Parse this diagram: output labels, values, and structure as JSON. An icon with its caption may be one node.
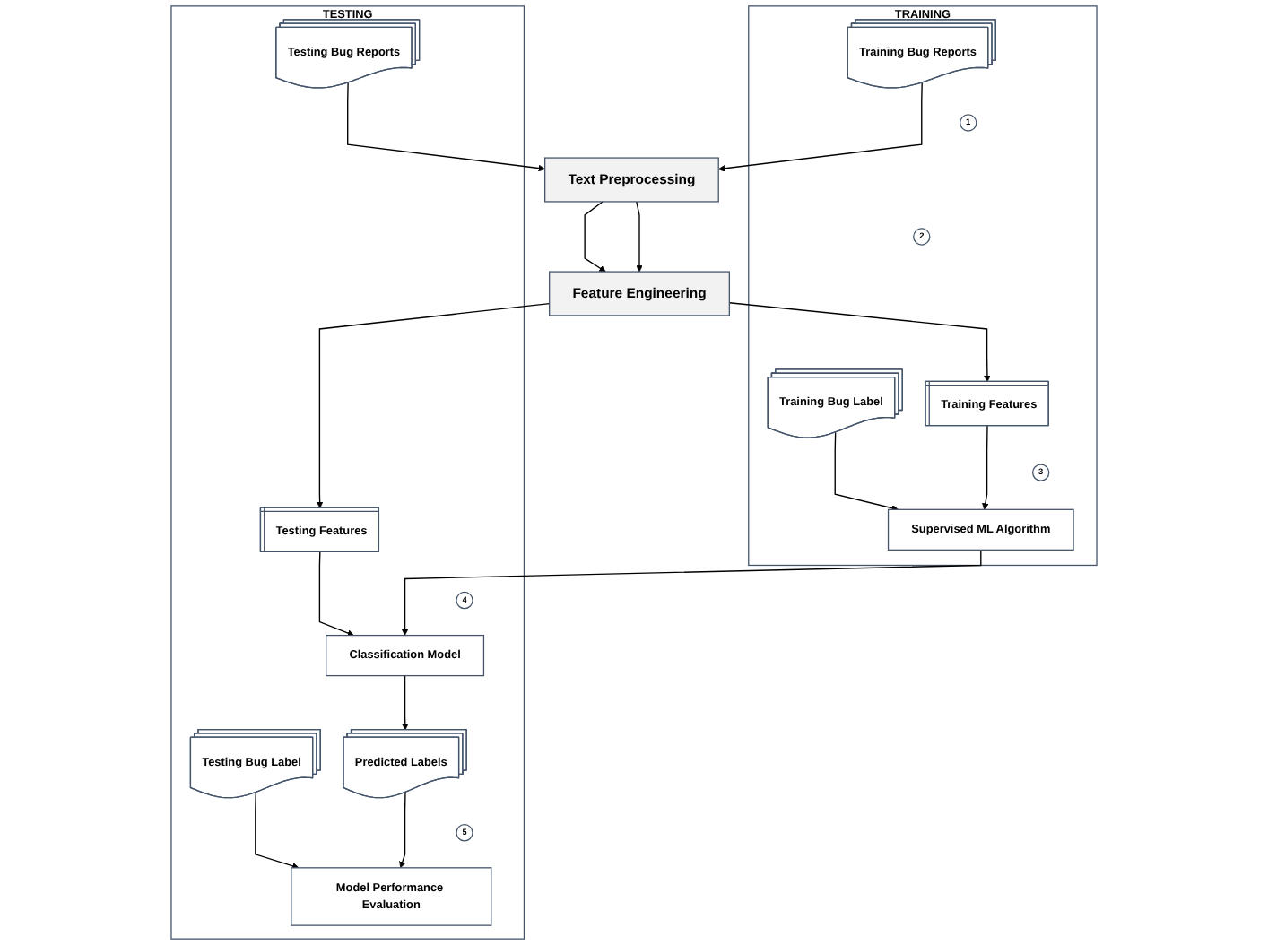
{
  "diagram": {
    "nodes": [
      {
        "text": [
          "TRAINING"
        ]
      },
      {
        "text": [
          "Training Bug Label"
        ],
        "in": 0
      },
      {
        "text": [
          "Training Bug Reports"
        ],
        "in": 0
      },
      {
        "text": [
          "TESTING"
        ]
      },
      {
        "text": [
          "Testing Bug Reports"
        ],
        "in": 3
      },
      {
        "text": [
          "Testing Bug Label"
        ],
        "in": 3
      },
      {
        "text": [
          "1"
        ],
        "in": 0
      },
      {
        "text": [
          "Text Preprocessing"
        ]
      },
      {
        "text": [
          "2"
        ],
        "in": 0
      },
      {
        "text": [
          "Feature Engineering"
        ]
      },
      {
        "text": [
          "5"
        ],
        "in": 3
      },
      {
        "text": [
          "Model Performance Evaluation"
        ],
        "in": 3
      },
      {
        "text": [
          "Training Features"
        ],
        "in": 0
      },
      {
        "text": [
          "Testing Features"
        ],
        "in": 3
      },
      {
        "text": [
          "3"
        ],
        "in": 0
      },
      {
        "text": [
          "Supervised ML Algorithm"
        ],
        "in": 0
      },
      {
        "text": [
          "4"
        ],
        "in": 3
      },
      {
        "text": [
          "Classification Model"
        ],
        "in": 3
      },
      {
        "text": [
          "Predicted Labels"
        ],
        "in": 3
      }
    ],
    "edges": [
      {
        "from": 2,
        "to": 7,
        "arrow": "to"
      },
      {
        "from": 4,
        "to": 7,
        "arrow": "to"
      },
      {
        "from": 7,
        "to": 9,
        "arrow": "to"
      },
      {
        "from": 7,
        "to": 9,
        "arrow": "to"
      },
      {
        "from": 5,
        "to": 11,
        "arrow": "to"
      },
      {
        "from": 9,
        "to": 12,
        "arrow": "to"
      },
      {
        "from": 9,
        "to": 13,
        "arrow": "to"
      },
      {
        "from": 1,
        "to": 15,
        "arrow": "to"
      },
      {
        "from": 12,
        "to": 15,
        "arrow": "to"
      },
      {
        "from": 13,
        "to": 17,
        "arrow": "to"
      },
      {
        "from": 15,
        "to": 17,
        "arrow": "to"
      },
      {
        "from": 17,
        "to": 18,
        "arrow": "to"
      },
      {
        "from": 18,
        "to": 11,
        "arrow": "to"
      }
    ]
  }
}
